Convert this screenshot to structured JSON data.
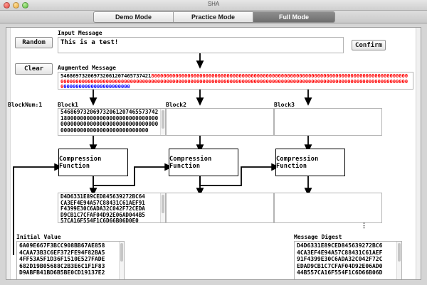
{
  "window": {
    "title": "SHA",
    "traffic_lights": [
      "close-button",
      "minimize-button",
      "zoom-button"
    ]
  },
  "tabs": [
    {
      "label": "Demo Mode",
      "selected": false
    },
    {
      "label": "Practice Mode",
      "selected": false
    },
    {
      "label": "Full Mode",
      "selected": true
    }
  ],
  "buttons": {
    "random": "Random",
    "clear": "Clear",
    "confirm": "Confirm"
  },
  "labels": {
    "input_message": "Input Message",
    "augmented_message": "Augmented Message",
    "block_num": "BlockNum:1",
    "block1": "Block1",
    "block2": "Block2",
    "block3": "Block3",
    "initial_value": "Initial Value",
    "message_digest": "Message Digest",
    "compression_function": "Compression Function"
  },
  "input_message": {
    "value": "This is a test!",
    "placeholder": ""
  },
  "augmented_message": {
    "black": "5468697320697320612074657374 21",
    "black_text": "546869732069732061207465737421",
    "red": "800000000000000000000000000000000000000000000000000000000000000000000000000000000000000000000000000000000000000000000000000000000000000000000000000000000000000000000000000000000000000000000000000000000",
    "blue": "0000000000000000000000"
  },
  "block1": {
    "value": "546869732069732061207465573742180000000000000000000000000000000000000000000000000000000000000000000000000000000000000"
  },
  "block2": {
    "value": ""
  },
  "block3": {
    "value": ""
  },
  "hash_output": {
    "lines": [
      "D4D6331E89CED845639272BC64",
      "CA3EF4E94A57C88431C61AEF91",
      "F4399E30C6ADA32C042F72CEDA",
      "D9CB1C7CFAF04D92E06AD044B5",
      "57CA16F554F1C6D66B06D0E0"
    ]
  },
  "initial_value": {
    "lines": [
      "6A09E667F3BCC908BB67AE858",
      "4CAA73B3C6EF372FE94F82BA5",
      "4FF53A5F1D36F1510E527FADE",
      "682D19B05688C2B3E6C1F1F83",
      "D9ABFB41BD6B5BE0CD19137E2"
    ]
  },
  "message_digest": {
    "lines": [
      "D4D6331E89CED845639272BC6",
      "4CA3EF4E94A57C88431C61AEF",
      "91F4399E30C6ADA32C042F72C",
      "EDAD9CB1C7CFAF04D92E06AD0",
      "44B557CA16F554F1C6D66B06D"
    ]
  },
  "colors": {
    "message_black": "#000000",
    "padding_red": "#ff0000",
    "length_blue": "#0000ff",
    "tab_selected_bg": "#7d7d7d",
    "wire": "#000000"
  }
}
